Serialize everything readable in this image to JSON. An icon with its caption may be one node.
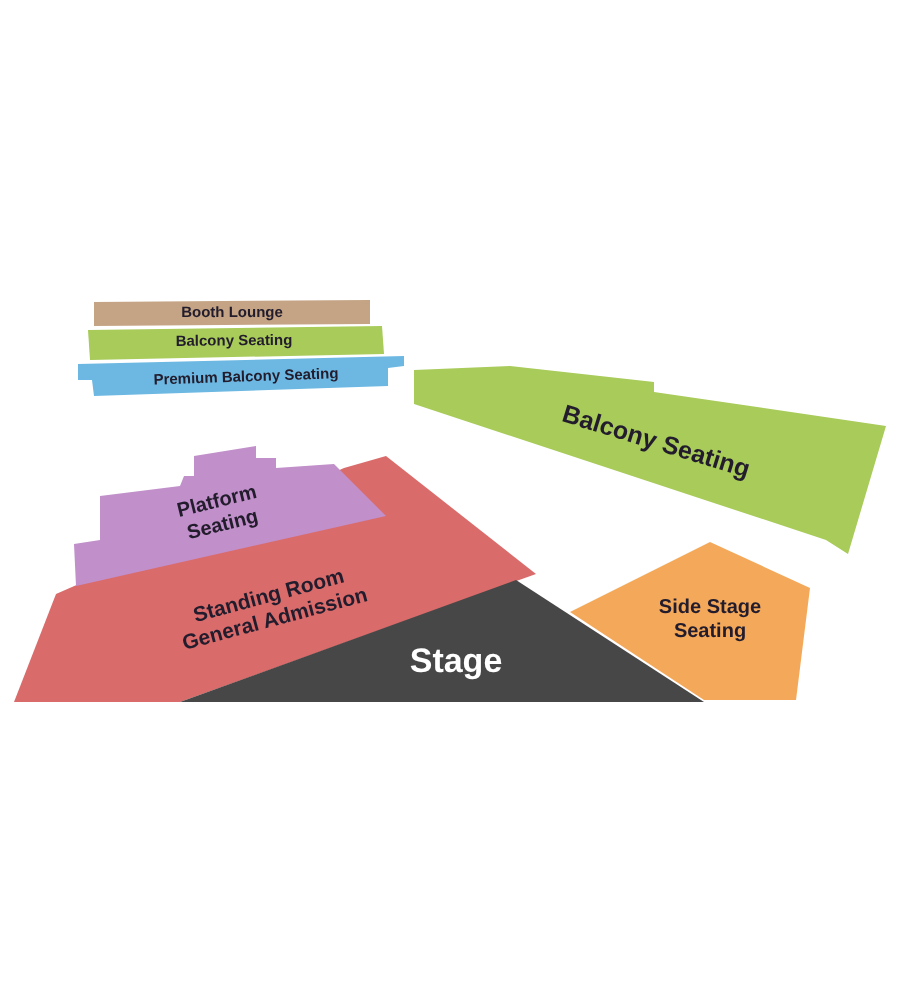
{
  "diagram": {
    "nodes": [
      {
        "text": [
          "Booth Lounge"
        ]
      },
      {
        "text": [
          "Balcony Seating"
        ]
      },
      {
        "text": [
          "Premium Balcony Seating"
        ]
      },
      {
        "text": [
          "Balcony Seating"
        ]
      },
      {
        "text": [
          "Platform Seating"
        ]
      },
      {
        "text": [
          "Standing Room General Admission"
        ]
      },
      {
        "text": [
          "Stage"
        ]
      },
      {
        "text": [
          "Side Stage Seating"
        ]
      }
    ]
  }
}
